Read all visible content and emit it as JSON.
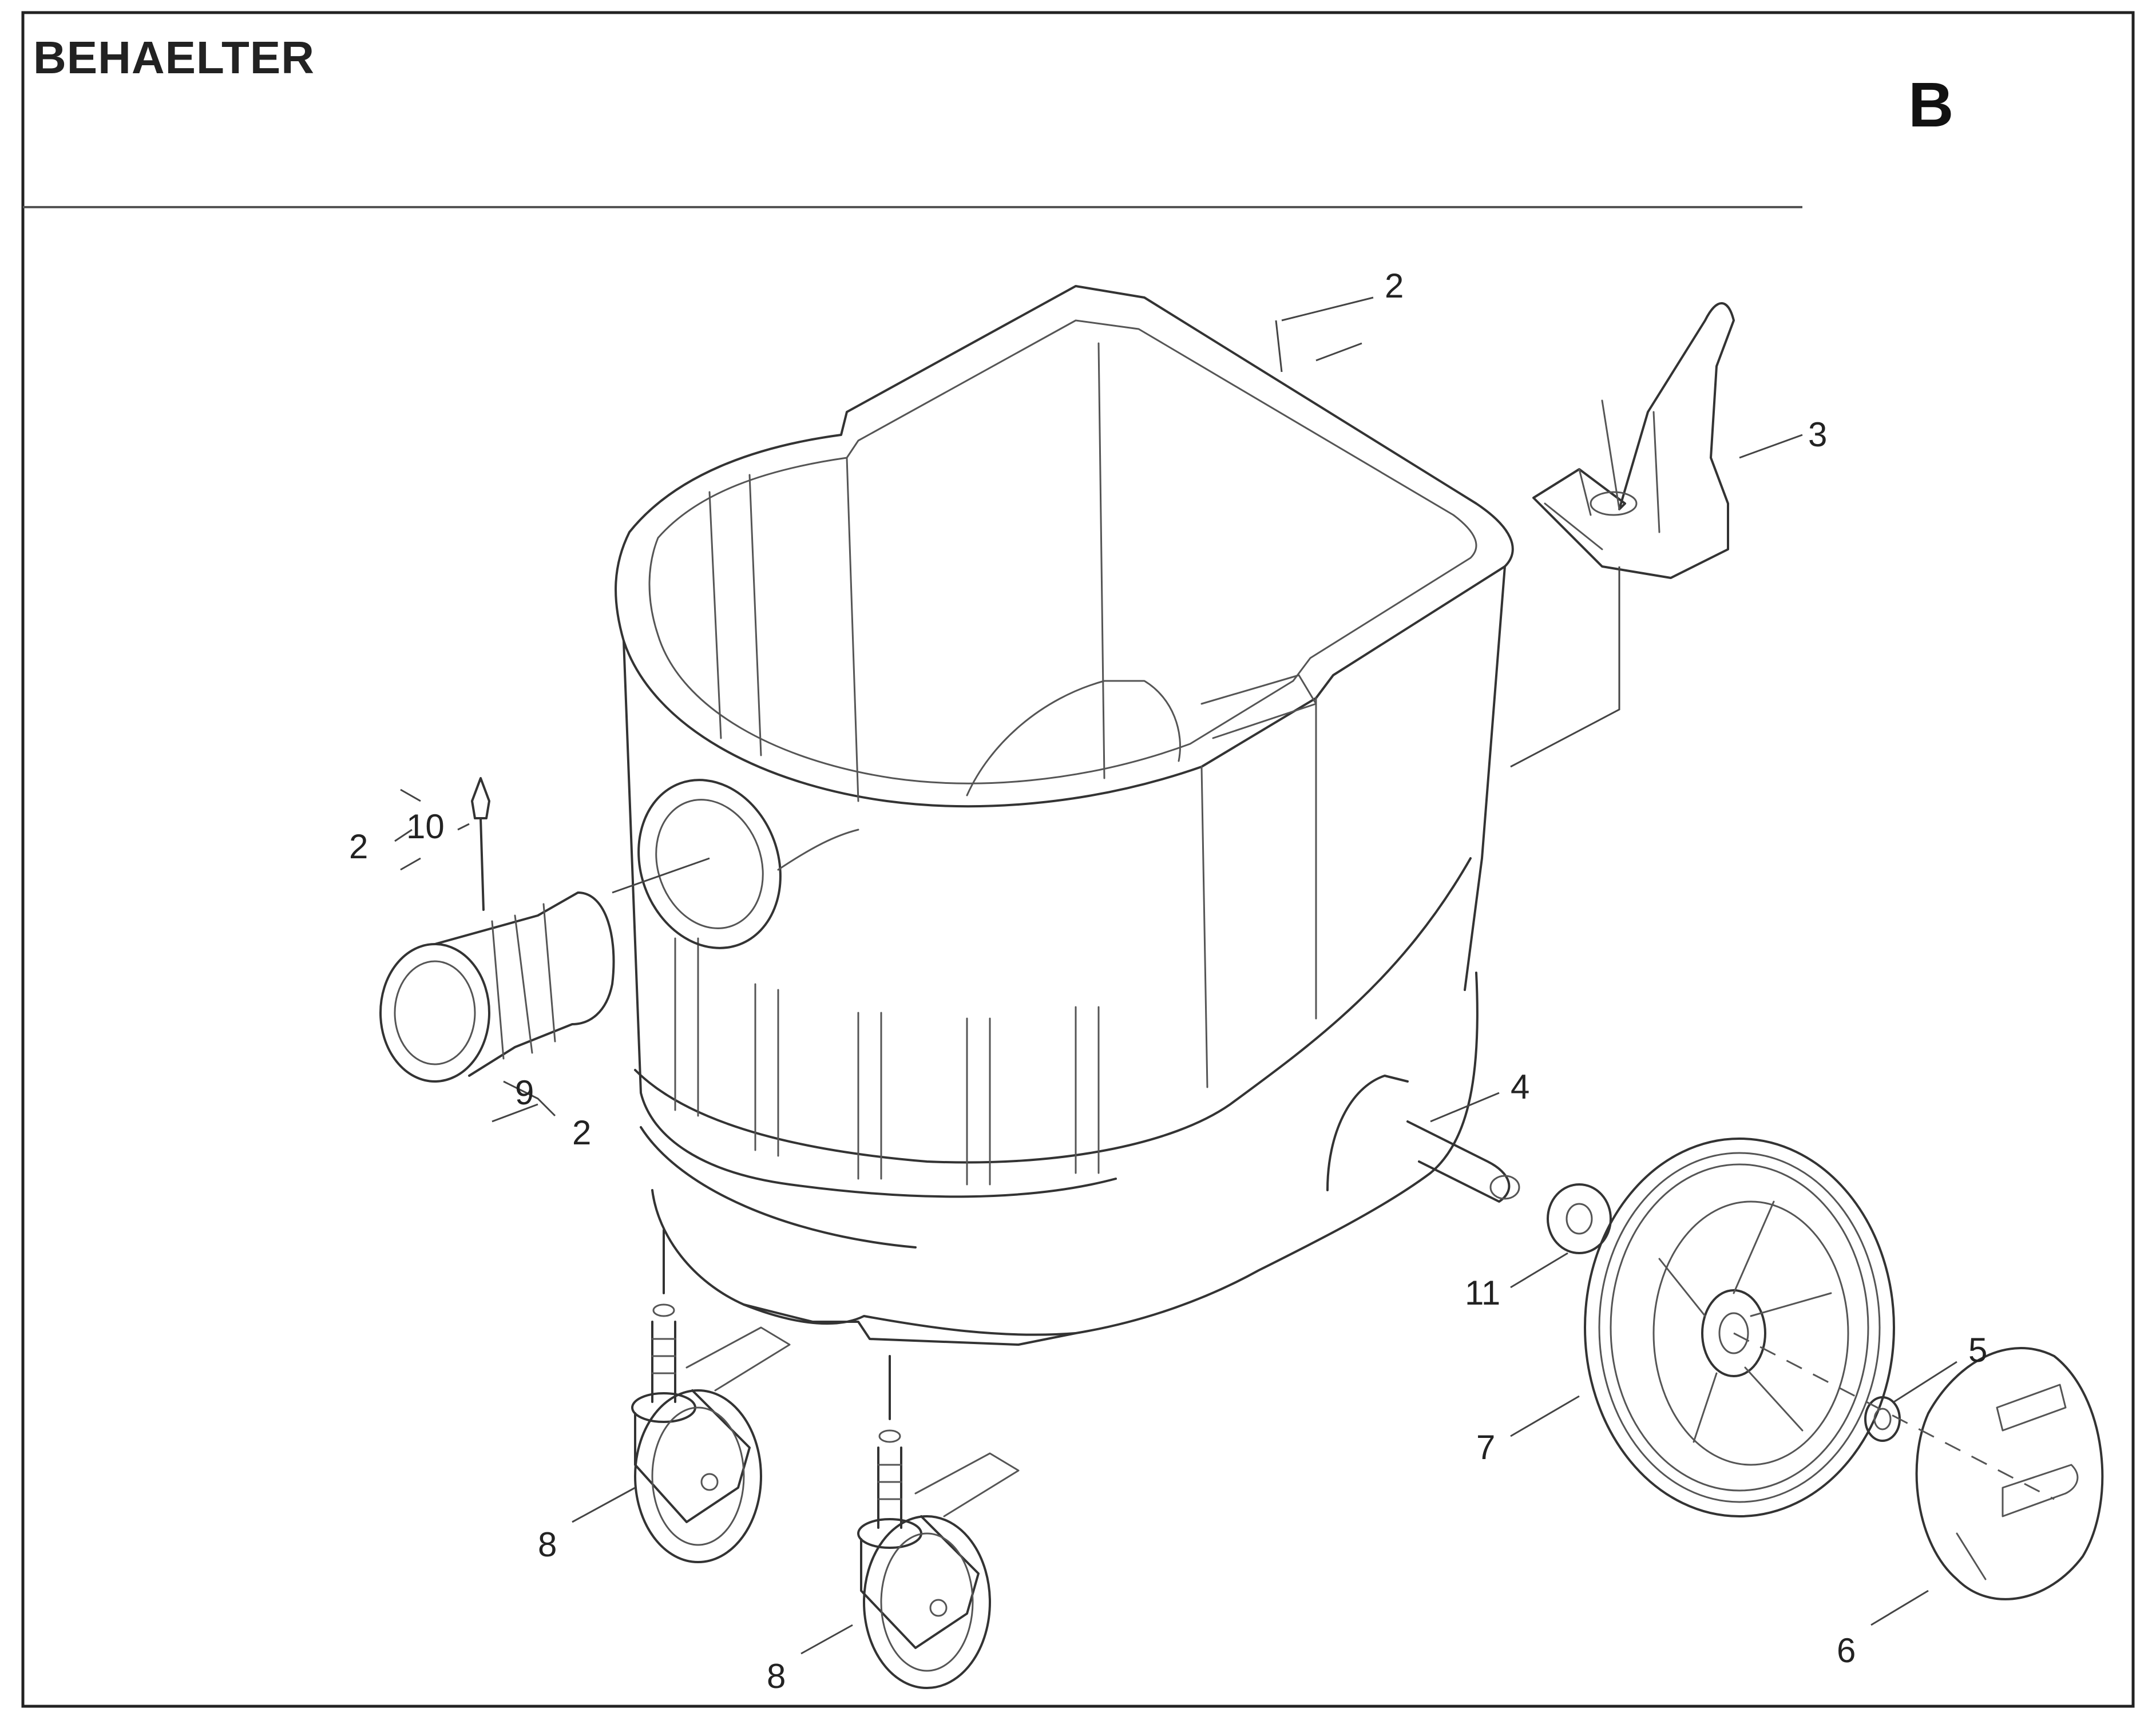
{
  "header": {
    "title": "BEHAELTER",
    "section_letter": "B"
  },
  "callouts": {
    "c2_top": "2",
    "c3": "3",
    "c2_left": "2",
    "c10": "10",
    "c9": "9",
    "c2_bottom": "2",
    "c4": "4",
    "c11": "11",
    "c5": "5",
    "c7": "7",
    "c6": "6",
    "c8_left": "8",
    "c8_right": "8"
  }
}
